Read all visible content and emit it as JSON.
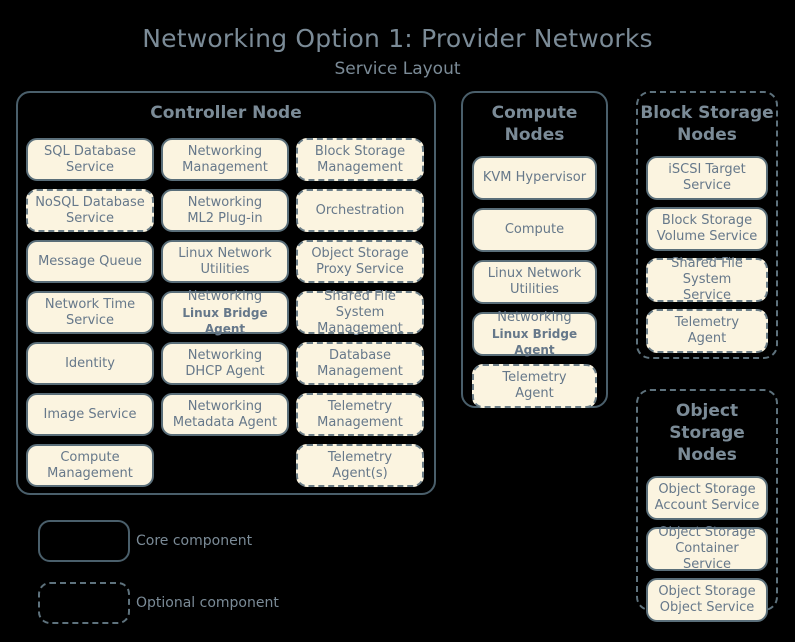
{
  "title": "Networking Option 1: Provider Networks",
  "subtitle": "Service Layout",
  "colors": {
    "background": "#000000",
    "text": "#7b8b97",
    "box_fill": "#fbf4e0",
    "box_border": "#5a6e79",
    "group_border": "#4a5f6b"
  },
  "groups": {
    "controller": {
      "title": "Controller Node",
      "border": "solid",
      "columns": [
        {
          "items": [
            {
              "line1": "SQL Database",
              "line2": "Service",
              "border": "solid"
            },
            {
              "line1": "NoSQL Database",
              "line2": "Service",
              "border": "dashed"
            },
            {
              "line1": "Message Queue",
              "line2": "",
              "border": "solid"
            },
            {
              "line1": "Network Time",
              "line2": "Service",
              "border": "solid"
            },
            {
              "line1": "Identity",
              "line2": "",
              "border": "solid"
            },
            {
              "line1": "Image Service",
              "line2": "",
              "border": "solid"
            },
            {
              "line1": "Compute",
              "line2": "Management",
              "border": "solid"
            }
          ]
        },
        {
          "items": [
            {
              "line1": "Networking",
              "line2": "Management",
              "border": "solid"
            },
            {
              "line1": "Networking",
              "line2": "ML2 Plug-in",
              "border": "solid"
            },
            {
              "line1": "Linux Network",
              "line2": "Utilities",
              "border": "solid"
            },
            {
              "line1": "Networking",
              "line2": "Linux Bridge Agent",
              "border": "solid",
              "small_second_line": true
            },
            {
              "line1": "Networking",
              "line2": "DHCP Agent",
              "border": "solid"
            },
            {
              "line1": "Networking",
              "line2": "Metadata Agent",
              "border": "solid"
            }
          ]
        },
        {
          "items": [
            {
              "line1": "Block Storage",
              "line2": "Management",
              "border": "dashed"
            },
            {
              "line1": "Orchestration",
              "line2": "",
              "border": "dashed"
            },
            {
              "line1": "Object Storage",
              "line2": "Proxy Service",
              "border": "dashed"
            },
            {
              "line1": "Shared File System",
              "line2": "Management",
              "border": "dashed"
            },
            {
              "line1": "Database",
              "line2": "Management",
              "border": "dashed"
            },
            {
              "line1": "Telemetry",
              "line2": "Management",
              "border": "dashed"
            },
            {
              "line1": "Telemetry",
              "line2": "Agent(s)",
              "border": "dashed"
            }
          ]
        }
      ]
    },
    "compute": {
      "title_line1": "Compute",
      "title_line2": "Nodes",
      "border": "solid",
      "items": [
        {
          "line1": "KVM Hypervisor",
          "line2": "",
          "border": "solid"
        },
        {
          "line1": "Compute",
          "line2": "",
          "border": "solid"
        },
        {
          "line1": "Linux Network",
          "line2": "Utilities",
          "border": "solid"
        },
        {
          "line1": "Networking",
          "line2": "Linux Bridge Agent",
          "border": "solid",
          "small_second_line": true
        },
        {
          "line1": "Telemetry",
          "line2": "Agent",
          "border": "dashed"
        }
      ]
    },
    "block_storage": {
      "title_line1": "Block Storage",
      "title_line2": "Nodes",
      "border": "dashed",
      "items": [
        {
          "line1": "iSCSI Target",
          "line2": "Service",
          "border": "solid"
        },
        {
          "line1": "Block Storage",
          "line2": "Volume Service",
          "border": "solid"
        },
        {
          "line1": "Shared File System",
          "line2": "Service",
          "border": "dashed"
        },
        {
          "line1": "Telemetry",
          "line2": "Agent",
          "border": "dashed"
        }
      ]
    },
    "object_storage": {
      "title_line1": "Object",
      "title_line2": "Storage Nodes",
      "border": "dashed",
      "items": [
        {
          "line1": "Object Storage",
          "line2": "Account Service",
          "border": "solid"
        },
        {
          "line1": "Object Storage",
          "line2": "Container Service",
          "border": "solid"
        },
        {
          "line1": "Object Storage",
          "line2": "Object Service",
          "border": "solid"
        }
      ]
    }
  },
  "legend": {
    "core_label": "Core component",
    "optional_label": "Optional component"
  }
}
